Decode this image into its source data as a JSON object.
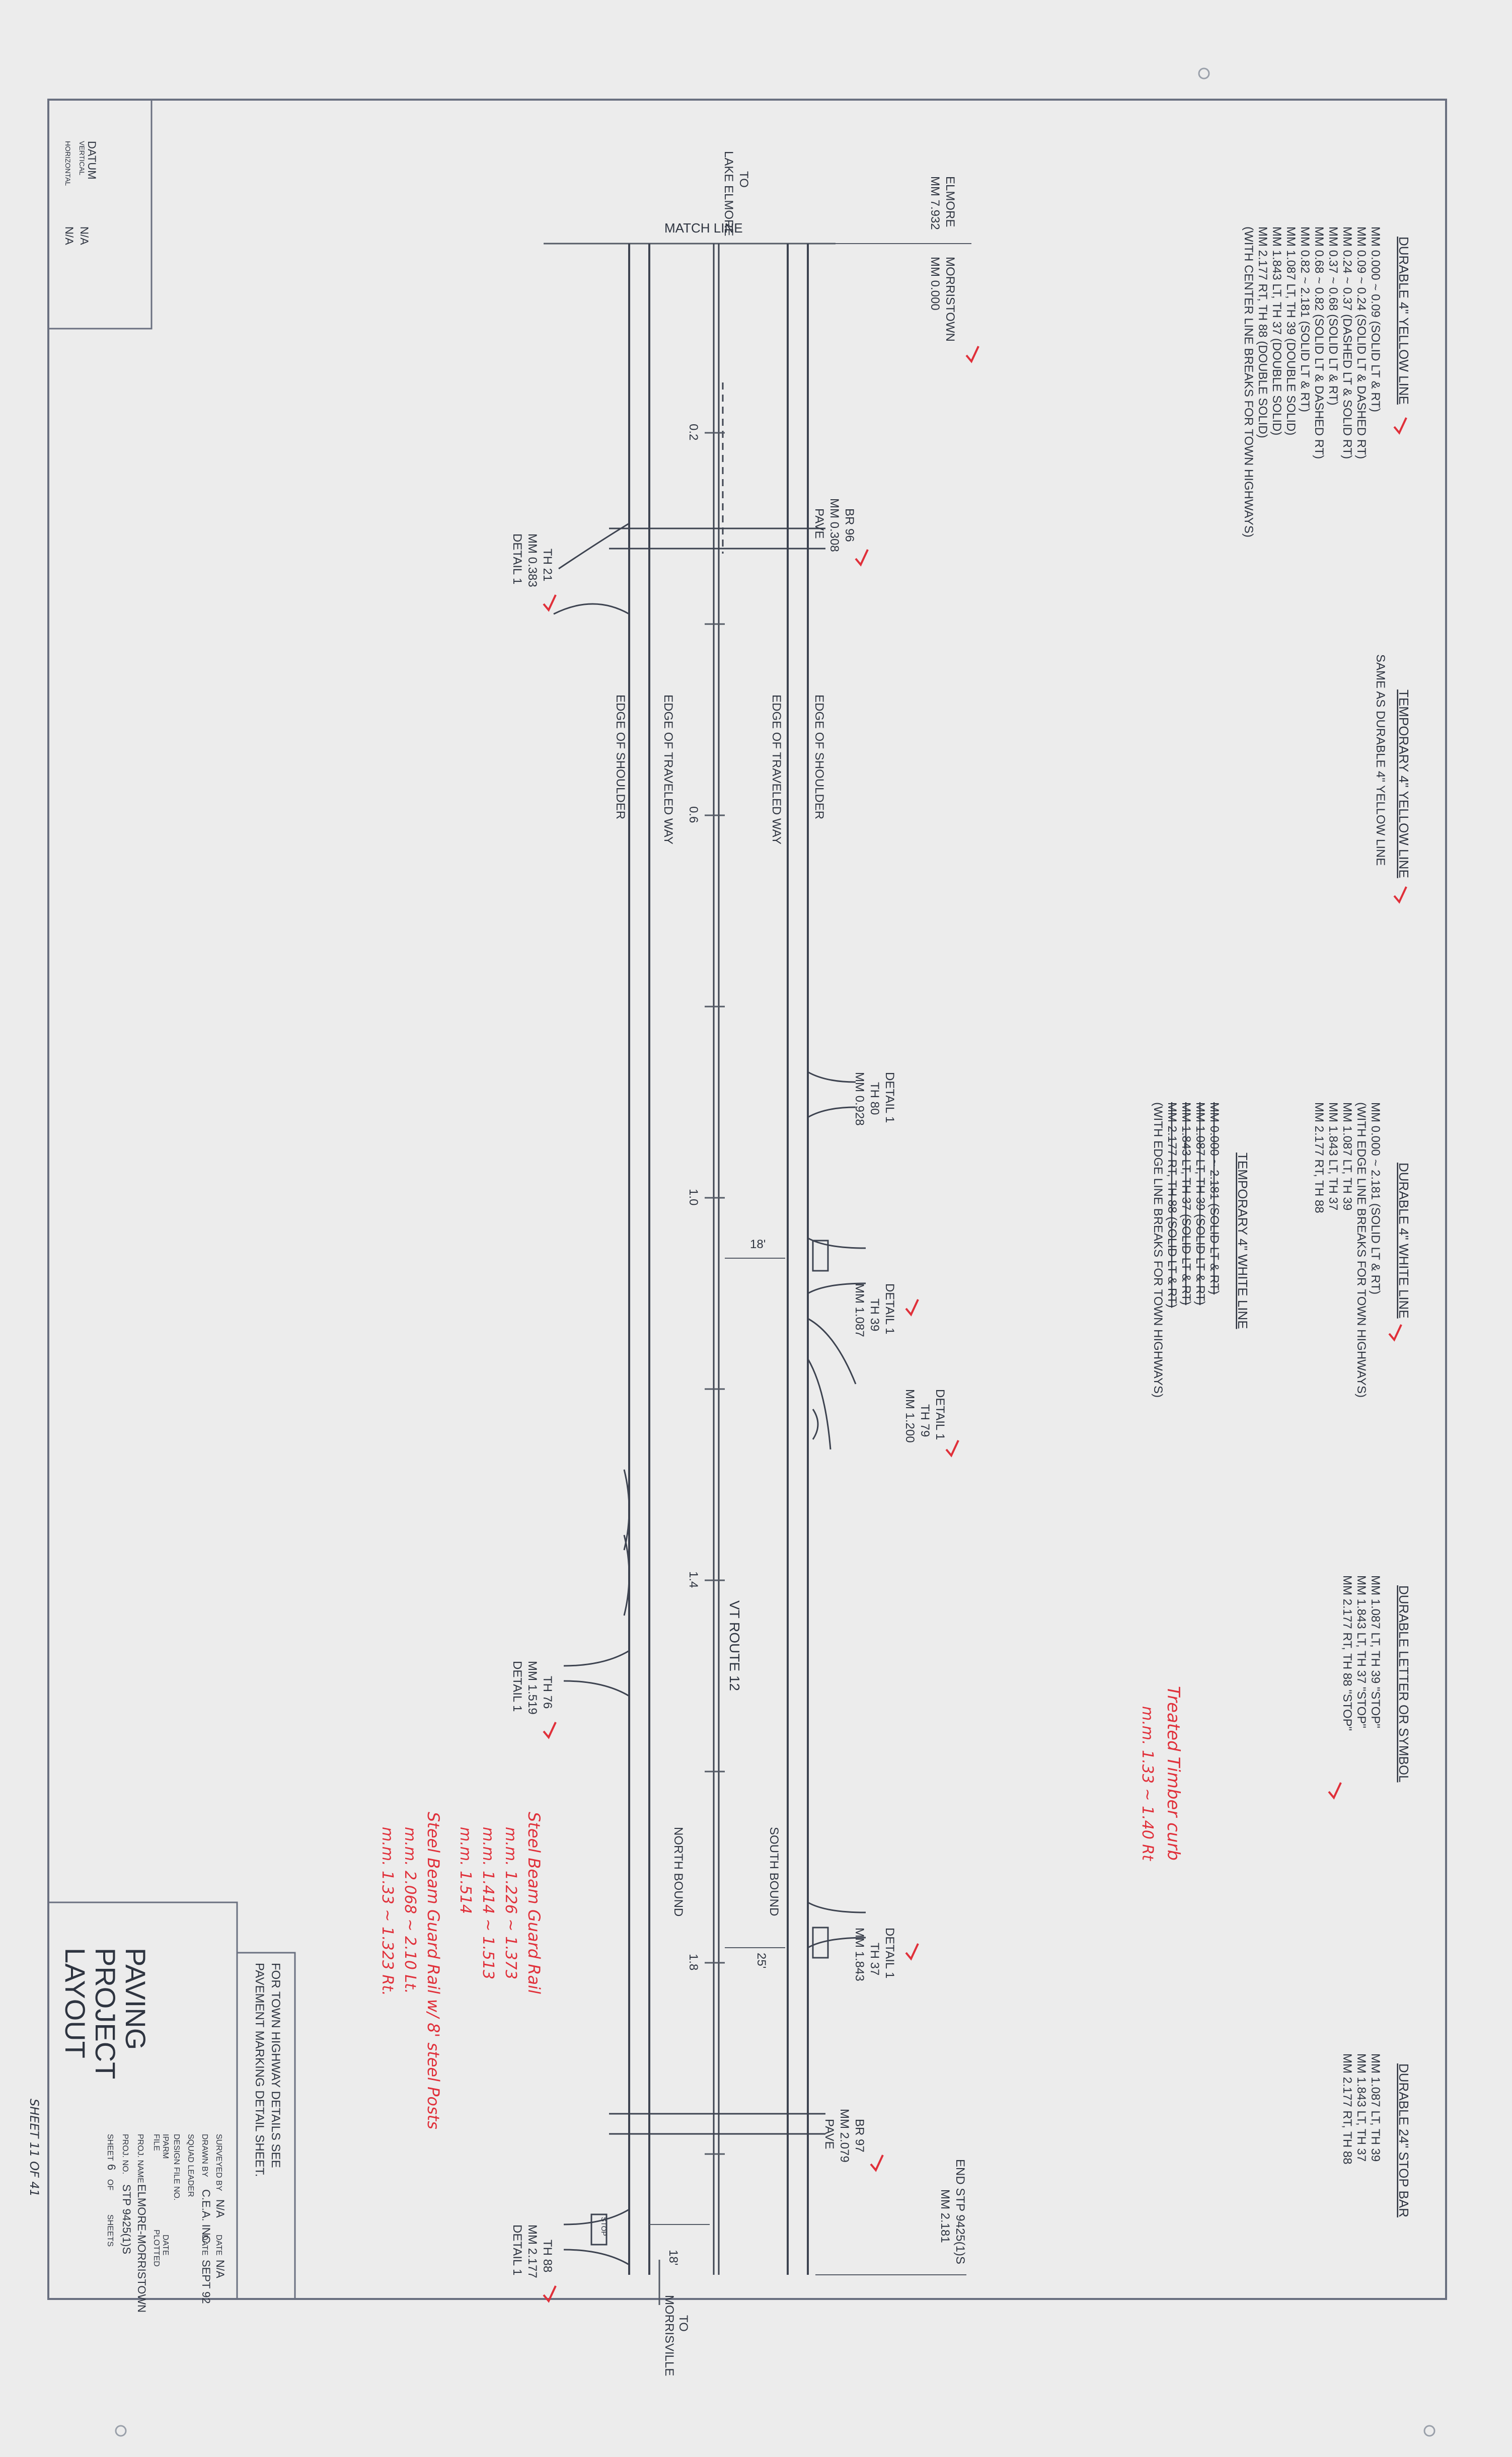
{
  "notes": {
    "durable_yellow": {
      "title": "DURABLE 4\" YELLOW LINE",
      "lines": [
        "MM 0.000 ~ 0.09  (SOLID LT & RT)",
        "MM 0.09 ~ 0.24  (SOLID LT & DASHED RT)",
        "MM 0.24 ~ 0.37  (DASHED LT & SOLID RT)",
        "MM 0.37 ~ 0.68  (SOLID LT & RT)",
        "MM 0.68 ~ 0.82  (SOLID LT & DASHED RT)",
        "MM 0.82 ~ 2.181  (SOLID LT & RT)",
        "MM 1.087 LT, TH 39 (DOUBLE SOLID)",
        "MM 1.843 LT, TH 37 (DOUBLE SOLID)",
        "MM 2.177 RT, TH 88 (DOUBLE SOLID)",
        "(WITH CENTER LINE BREAKS FOR TOWN HIGHWAYS)"
      ]
    },
    "temporary_yellow": {
      "title": "TEMPORARY 4\" YELLOW LINE",
      "lines": [
        "SAME AS DURABLE 4\" YELLOW LINE"
      ]
    },
    "durable_white": {
      "title": "DURABLE 4\" WHITE LINE",
      "lines": [
        "MM 0.000 ~ 2.181  (SOLID LT & RT)",
        "(WITH EDGE LINE BREAKS FOR TOWN HIGHWAYS)",
        "MM 1.087 LT, TH 39",
        "MM 1.843 LT, TH 37",
        "MM 2.177 RT, TH 88"
      ]
    },
    "temporary_white": {
      "title": "TEMPORARY 4\" WHITE LINE",
      "lines": [
        "MM 0.000 ~ 2.181  (SOLID LT & RT)",
        "MM 1.087 LT, TH 39 (SOLID LT & RT)",
        "MM 1.843 LT, TH 37 (SOLID LT & RT)",
        "MM 2.177 RT, TH 88 (SOLID LT & RT)",
        "(WITH EDGE LINE BREAKS FOR TOWN HIGHWAYS)"
      ]
    },
    "durable_letter": {
      "title": "DURABLE LETTER OR SYMBOL",
      "lines": [
        "MM 1.087 LT, TH 39  \"STOP\"",
        "MM 1.843 LT, TH 37  \"STOP\"",
        "MM 2.177 RT, TH 88  \"STOP\""
      ]
    },
    "durable_stop_bar": {
      "title": "DURABLE 24\" STOP BAR",
      "lines": [
        "MM 1.087 LT, TH 39",
        "MM 1.843 LT, TH 37",
        "MM 2.177 RT, TH 88"
      ]
    }
  },
  "plan": {
    "elmore": "ELMORE",
    "elmore_mm": "MM 7.932",
    "morristown": "MORRISTOWN",
    "morristown_mm": "MM 0.000",
    "match_line": "MATCH LINE",
    "to_lake_elmore_1": "TO",
    "to_lake_elmore_2": "LAKE ELMORE",
    "to_morrisville_1": "TO",
    "to_morrisville_2": "MORRISVILLE",
    "end_stp_1": "END STP 9425(1)S",
    "end_stp_2": "MM 2.181",
    "edge_of_shoulder_upper": "EDGE OF SHOULDER",
    "edge_of_traveled_way_upper": "EDGE OF TRAVELED WAY",
    "edge_of_traveled_way_lower": "EDGE OF TRAVELED WAY",
    "edge_of_shoulder_lower": "EDGE OF SHOULDER",
    "route": "VT  ROUTE  12",
    "south_bound": "SOUTH BOUND",
    "north_bound": "NORTH BOUND",
    "stations": [
      "0.2",
      "0.6",
      "1.0",
      "1.4",
      "1.8"
    ],
    "dim_18_a": "18'",
    "dim_25": "25'",
    "dim_18_b": "18'",
    "stop_label": "STOP",
    "callouts_top": [
      {
        "l1": "DETAIL 1",
        "l2": "TH 80",
        "l3": "MM 0.928"
      },
      {
        "l1": "DETAIL 1",
        "l2": "TH 39",
        "l3": "MM 1.087"
      },
      {
        "l1": "DETAIL 1",
        "l2": "TH 79",
        "l3": "MM 1.200"
      },
      {
        "l1": "DETAIL 1",
        "l2": "TH 37",
        "l3": "MM 1.843"
      }
    ],
    "callouts_bottom": [
      {
        "l1": "TH 21",
        "l2": "MM 0.383",
        "l3": "DETAIL 1"
      },
      {
        "l1": "TH 76",
        "l2": "MM 1.519",
        "l3": "DETAIL 1"
      },
      {
        "l1": "TH 88",
        "l2": "MM 2.177",
        "l3": "DETAIL 1"
      }
    ],
    "bridges": [
      {
        "l1": "BR 96",
        "l2": "MM 0.308",
        "l3": "PAVE"
      },
      {
        "l1": "BR 97",
        "l2": "MM 2.079",
        "l3": "PAVE"
      }
    ]
  },
  "handwritten": {
    "timber_1": "Treated Timber curb",
    "timber_2": "m.m. 1.33 ~ 1.40 Rt",
    "guard_1": "Steel Beam Guard Rail",
    "guard_2": "m.m. 1.226 ~ 1.373",
    "guard_3": "m.m. 1.414 ~ 1.513",
    "guard_4": "m.m. 1.514",
    "guard_5": "Steel Beam Guard Rail w/ 8' steel Posts",
    "guard_6": "m.m. 2.068 ~ 2.10 Lt.",
    "guard_7": "m.m. 1.33 ~ 1.323 Rt."
  },
  "datum": {
    "title": "DATUM",
    "vertical_label": "VERTICAL",
    "vertical_value": "N/A",
    "horizontal_label": "HORIZONTAL",
    "horizontal_value": "N/A"
  },
  "title_block": {
    "title_1": "PAVING",
    "title_2": "PROJECT",
    "title_3": "LAYOUT",
    "town_note_1": "FOR TOWN HIGHWAY DETAILS SEE",
    "town_note_2": "PAVEMENT MARKING DETAIL SHEET.",
    "surveyed_by_label": "SURVEYED BY",
    "surveyed_by_value": "N/A",
    "surveyed_date_label": "DATE",
    "surveyed_date_value": "N/A",
    "drawn_by_label": "DRAWN BY",
    "drawn_by_value": "C.E.A. INC.",
    "drawn_date_label": "DATE",
    "drawn_date_value": "SEPT 92",
    "squad_leader_label": "SQUAD LEADER",
    "design_file_label": "DESIGN FILE NO.",
    "ipaw_label": "IPARM",
    "file_label": "FILE",
    "plotted_date_label": "DATE",
    "plotted_label": "PLOTTED",
    "proj_name_label": "PROJ. NAME",
    "proj_name_value": "ELMORE-MORRISTOWN",
    "proj_no_label": "PROJ. NO.",
    "proj_no_value": "STP 9425(1)S",
    "sheet_prefix": "SHEET",
    "sheet_value": "6",
    "sheet_of": "OF",
    "sheets_suffix": "SHEETS",
    "sheet_hand": "SHEET 11 OF 41"
  }
}
